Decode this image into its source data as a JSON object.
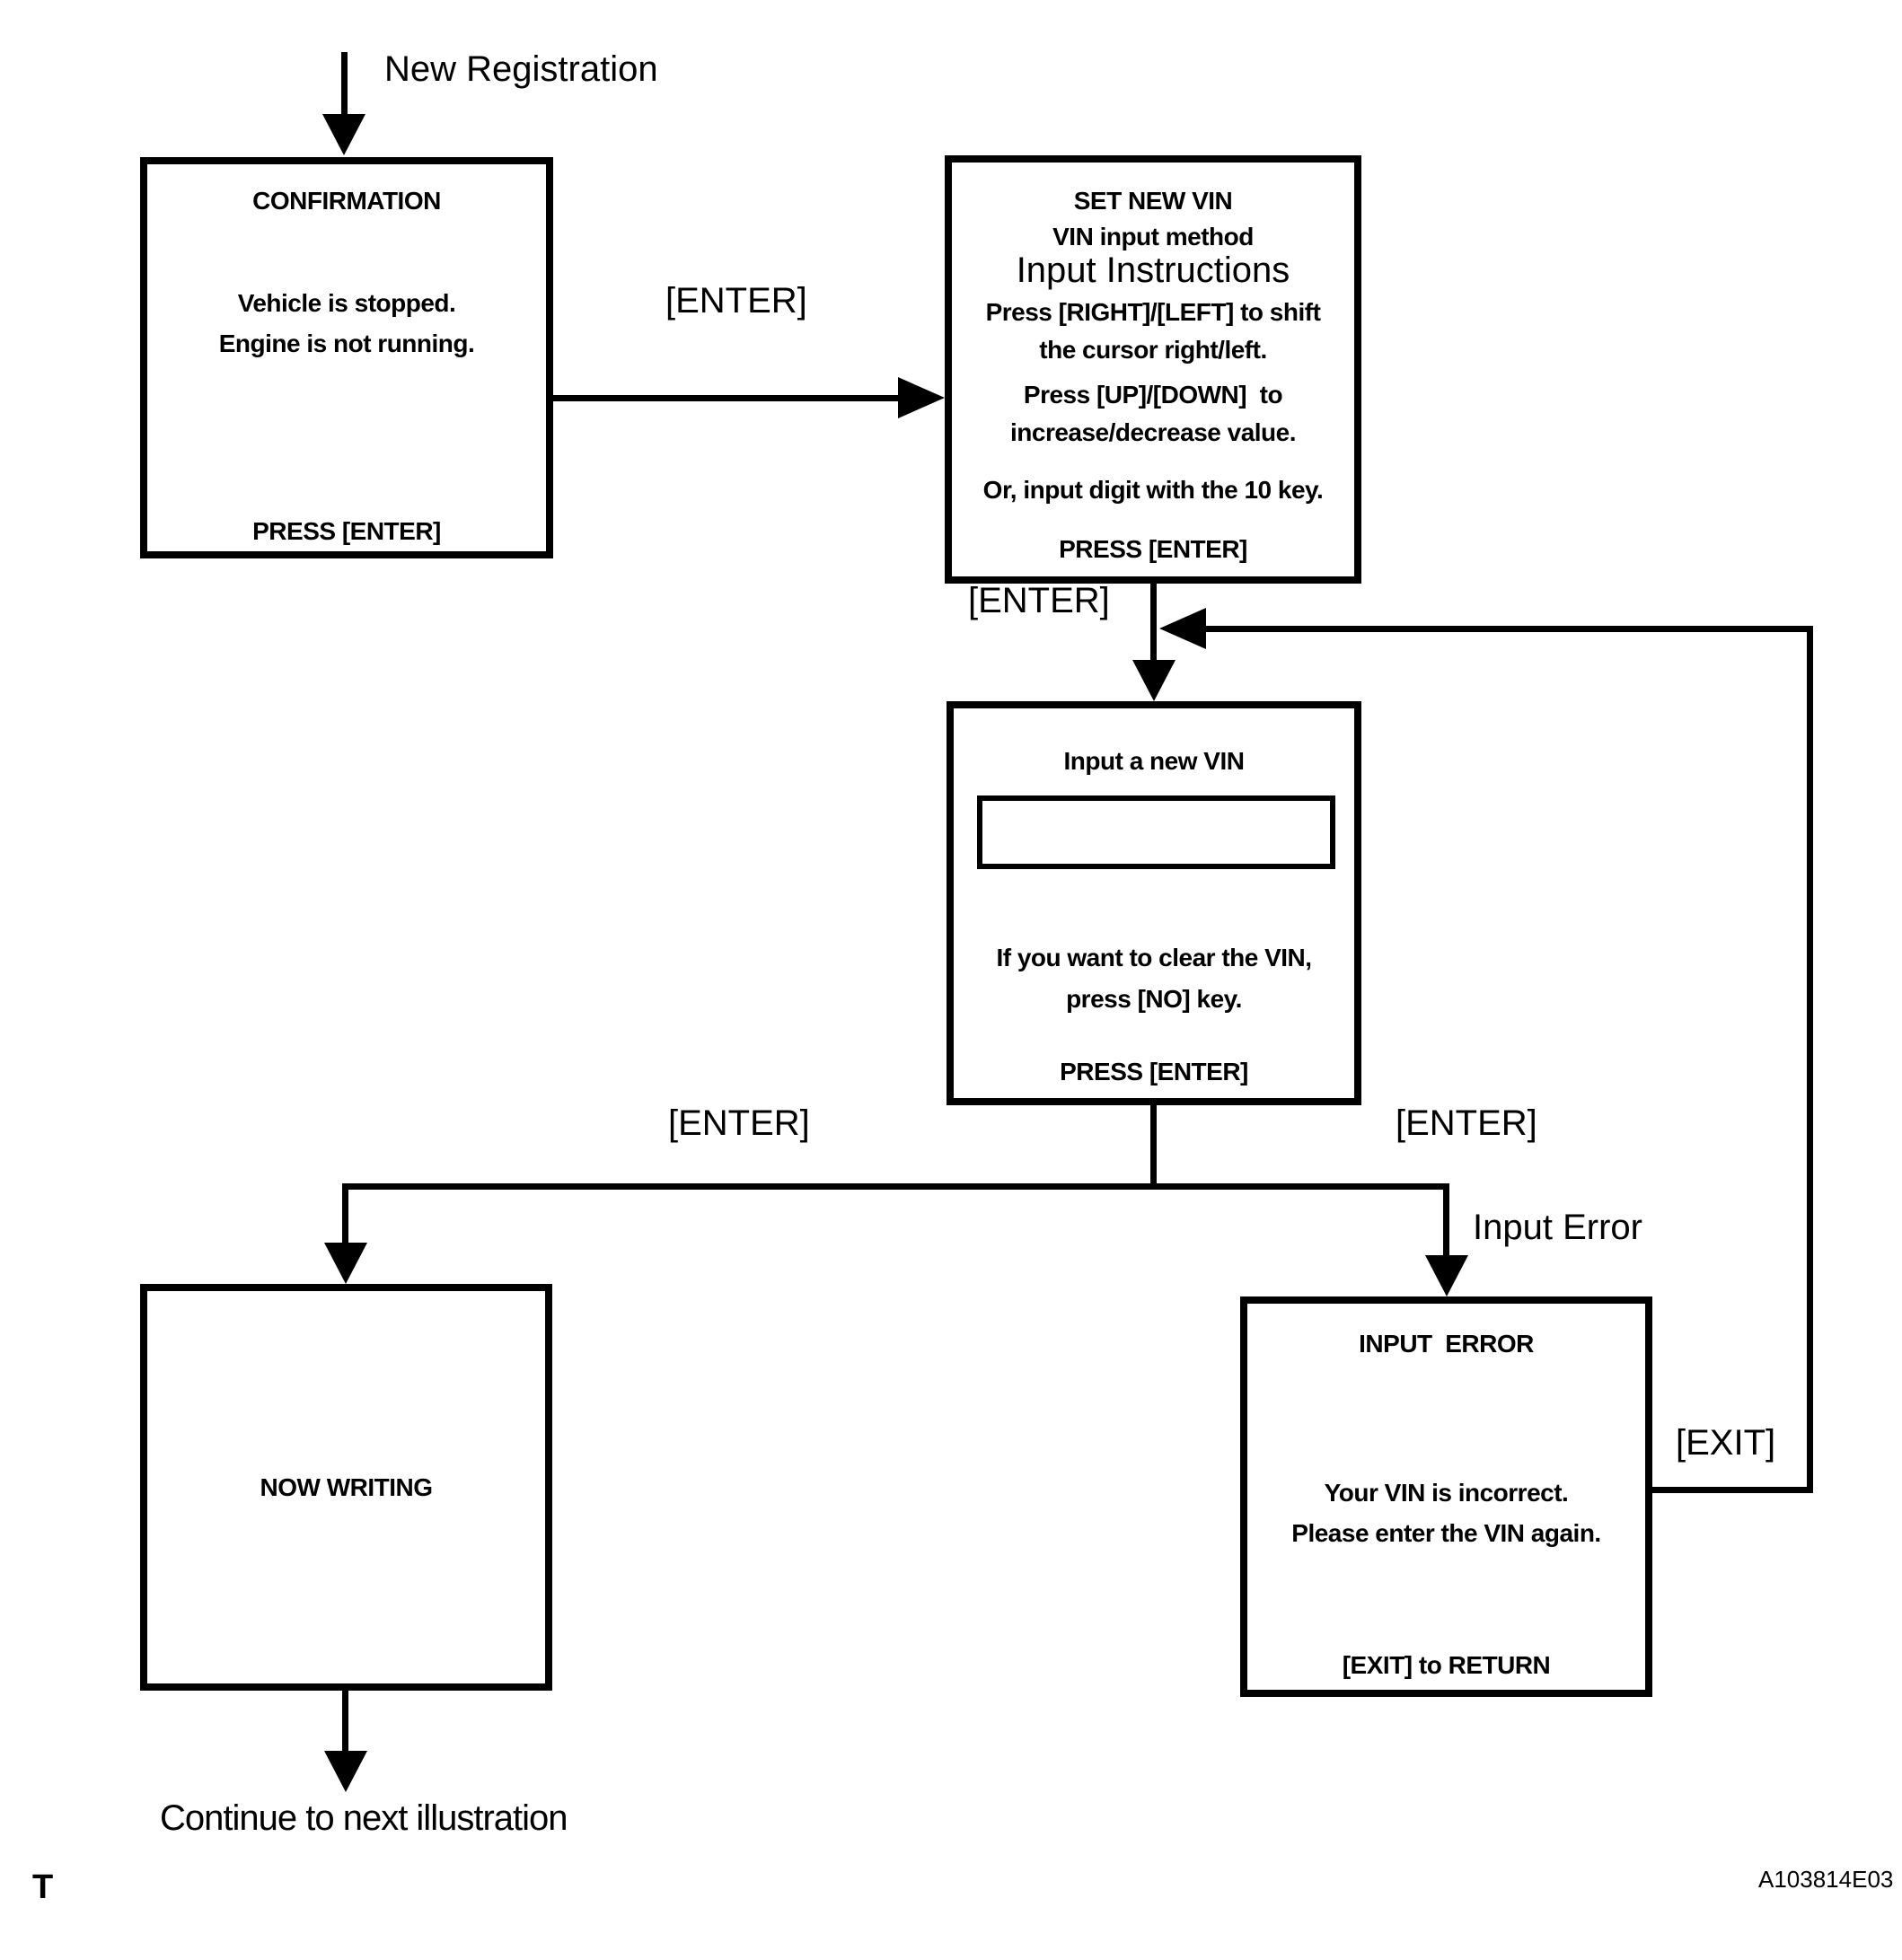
{
  "labels": {
    "new_registration": "New Registration",
    "enter_top": "[ENTER]",
    "enter_mid": "[ENTER]",
    "enter_left": "[ENTER]",
    "enter_right": "[ENTER]",
    "input_error_branch": "Input Error",
    "exit": "[EXIT]",
    "continue_next": "Continue to next illustration",
    "footer_left": "T",
    "footer_right": "A103814E03"
  },
  "boxes": {
    "confirmation": {
      "title": "CONFIRMATION",
      "body": "Vehicle is stopped.\nEngine is not running.",
      "footer": "PRESS [ENTER]"
    },
    "set_new_vin": {
      "title": "SET NEW VIN",
      "subtitle": "VIN input method",
      "instructions_heading": "Input Instructions",
      "line1": "Press [RIGHT]/[LEFT] to shift",
      "line2": "the cursor right/left.",
      "line3": "Press [UP]/[DOWN]  to",
      "line4": "increase/decrease value.",
      "line5": "Or, input digit with the 10 key.",
      "footer": "PRESS [ENTER]"
    },
    "input_vin": {
      "title": "Input a new VIN",
      "field_value": "",
      "note": "If you want to clear the VIN,\npress [NO] key.",
      "footer": "PRESS [ENTER]"
    },
    "now_writing": {
      "title": "NOW WRITING"
    },
    "input_error": {
      "title": "INPUT  ERROR",
      "body": "Your VIN is incorrect.\nPlease enter the VIN again.",
      "footer": "[EXIT] to RETURN"
    }
  },
  "colors": {
    "ink": "#000000",
    "paper": "#ffffff"
  }
}
